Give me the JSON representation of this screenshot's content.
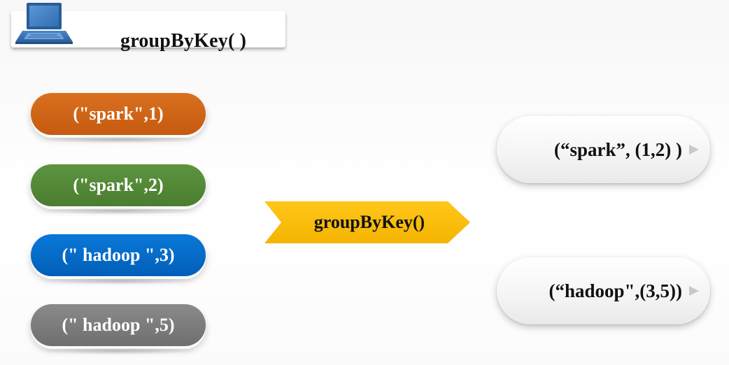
{
  "header": {
    "title": "groupByKey( )",
    "icon": "laptop-icon"
  },
  "inputs": [
    {
      "label": "(\"spark\",1)",
      "color": "#c65a10"
    },
    {
      "label": "(\"spark\",2)",
      "color": "#4a7d2f"
    },
    {
      "label": "(\" hadoop \",3)",
      "color": "#0066c6"
    },
    {
      "label": "(\" hadoop \",5)",
      "color": "#777777"
    }
  ],
  "operation": {
    "label": "groupByKey()",
    "color": "#ffc000"
  },
  "outputs": [
    {
      "label": "(“spark”, (1,2) )"
    },
    {
      "label": "(“hadoop\",(3,5))"
    }
  ]
}
